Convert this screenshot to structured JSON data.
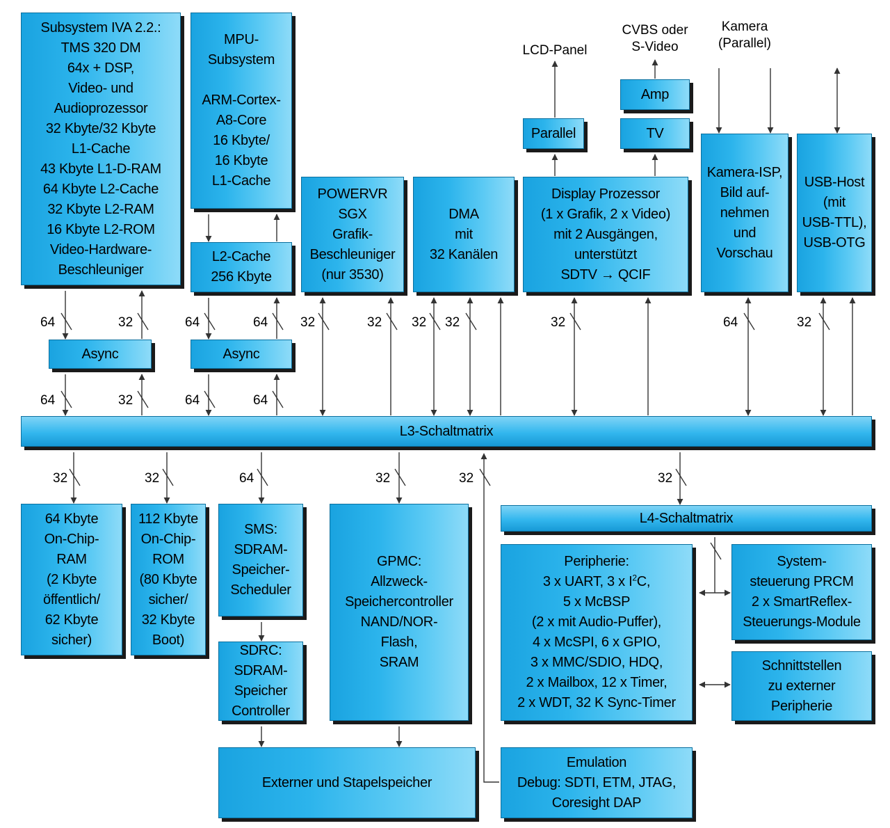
{
  "blocks": {
    "iva": "Subsystem IVA 2.2.:\nTMS 320 DM\n64x + DSP,\nVideo- und\nAudioprozessor\n32 Kbyte/32 Kbyte\nL1-Cache\n43 Kbyte L1-D-RAM\n64 Kbyte L2-Cache\n32 Kbyte L2-RAM\n16 Kbyte L2-ROM\nVideo-Hardware-\nBeschleuniger",
    "mpu": "MPU-\nSubsystem\n\nARM-Cortex-\nA8-Core\n16 Kbyte/\n16 Kbyte\nL1-Cache",
    "l2cache": "L2-Cache\n256 Kbyte",
    "async1": "Async",
    "async2": "Async",
    "powervr": "POWERVR\nSGX\nGrafik-\nBeschleuniger\n(nur 3530)",
    "dma": "DMA\nmit\n32 Kanälen",
    "display": "Display Prozessor\n(1 x Grafik, 2 x Video)\nmit 2 Ausgängen,\nunterstützt\nSDTV → QCIF",
    "parallel": "Parallel",
    "amp": "Amp",
    "tv": "TV",
    "camisp": "Kamera-ISP,\nBild auf-\nnehmen\nund\nVorschau",
    "usb": "USB-Host\n(mit\nUSB-TTL),\nUSB-OTG",
    "l3": "L3-Schaltmatrix",
    "onchip_ram": "64 Kbyte\nOn-Chip-\nRAM\n(2 Kbyte\nöffentlich/\n62 Kbyte\nsicher)",
    "onchip_rom": "112 Kbyte\nOn-Chip-\nROM\n(80 Kbyte\nsicher/\n32 Kbyte\nBoot)",
    "sms": "SMS:\nSDRAM-\nSpeicher-\nScheduler",
    "sdrc": "SDRC:\nSDRAM-\nSpeicher\nController",
    "gpmc": "GPMC:\nAllzweck-\nSpeichercontroller\nNAND/NOR-\nFlash,\nSRAM",
    "l4": "L4-Schaltmatrix",
    "peripherie_before_sup": "Peripherie:\n3 x UART, 3 x I",
    "peripherie_sup": "2",
    "peripherie_after_sup": "C,\n5 x McBSP\n(2 x mit Audio-Puffer),\n4 x McSPI, 6 x GPIO,\n3 x MMC/SDIO, HDQ,\n2 x Mailbox, 12 x Timer,\n2 x WDT, 32 K Sync-Timer",
    "prcm": "System-\nsteuerung PRCM\n2 x SmartReflex-\nSteuerungs-Module",
    "schnittstellen": "Schnittstellen\nzu externer\nPeripherie",
    "extern": "Externer und Stapelspeicher",
    "emulation": "Emulation\nDebug: SDTI, ETM, JTAG,\nCoresight DAP"
  },
  "labels": {
    "lcd": "LCD-Panel",
    "cvbs": "CVBS oder\nS-Video",
    "kamera": "Kamera\n(Parallel)"
  },
  "bus_widths": {
    "w64": "64",
    "w32": "32"
  },
  "colors": {
    "box_dark": "#1aa3e0",
    "box_light": "#8edbf8",
    "shadow": "#1a1a1a",
    "line": "#333333"
  }
}
